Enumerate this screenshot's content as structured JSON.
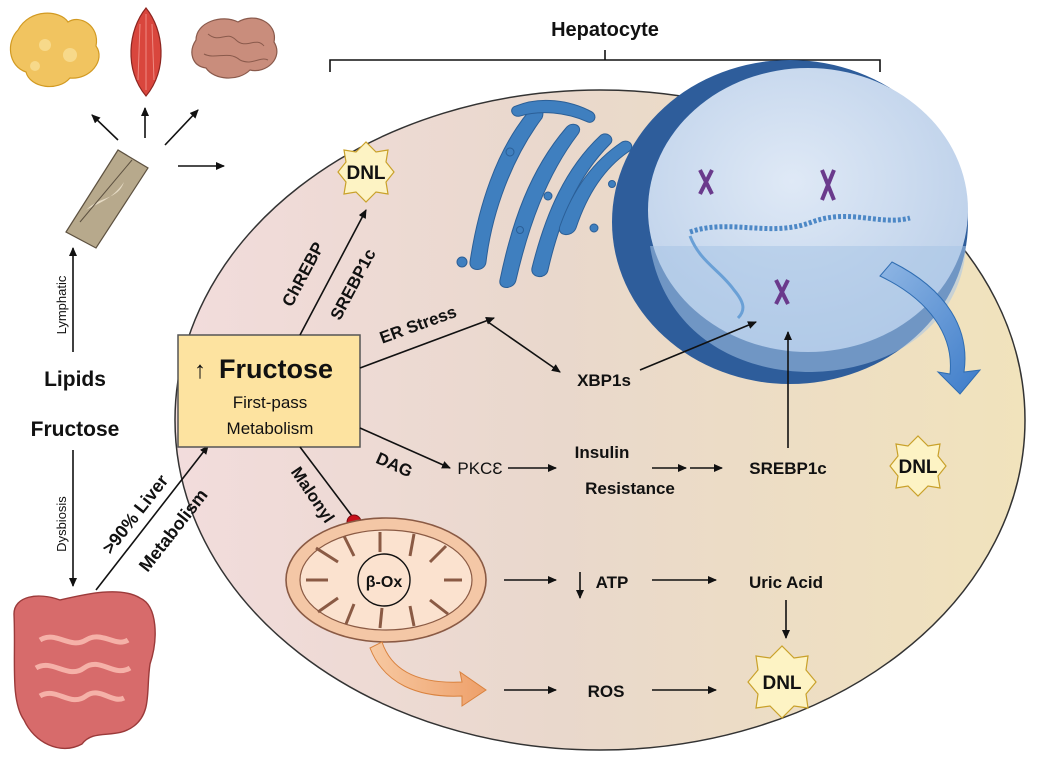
{
  "title": "Hepatocyte",
  "left": {
    "lymphatic": "Lymphatic",
    "lipids": "Lipids",
    "fructose": "Fructose",
    "dysbiosis": "Dysbiosis",
    "liver_metabolism_1": ">90% Liver",
    "liver_metabolism_2": "Metabolism"
  },
  "fructose_box": {
    "arrow": "↑",
    "title": "Fructose",
    "line1": "First-pass",
    "line2": "Metabolism"
  },
  "pathways": {
    "chrebp": "ChREBP",
    "srebp1c_rot": "SREBP1c",
    "er_stress": "ER Stress",
    "dag": "DAG",
    "malonyl": "Malonyl",
    "xbp1s": "XBP1s",
    "pkce": "PKCƐ",
    "insulin": "Insulin",
    "resistance": "Resistance",
    "srebp1c": "SREBP1c",
    "beta_ox": "β-Ox",
    "atp": "ATP",
    "uric_acid": "Uric Acid",
    "ros": "ROS"
  },
  "dnl": [
    "DNL",
    "DNL",
    "DNL"
  ]
}
